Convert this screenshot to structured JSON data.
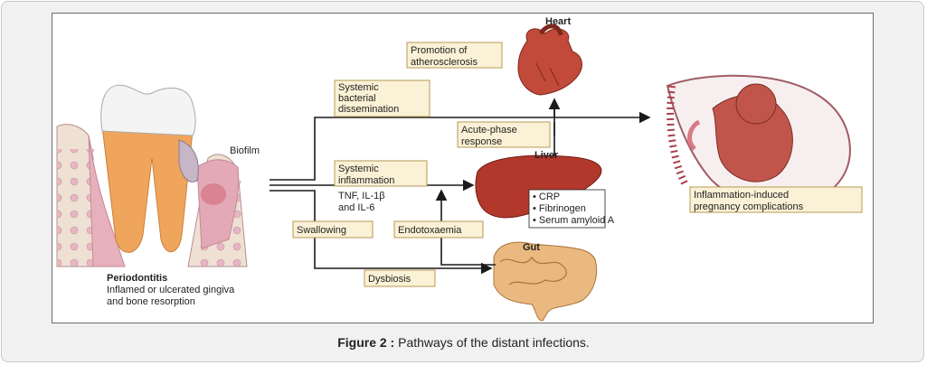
{
  "figure": {
    "heart_title": "Heart",
    "heart_box": [
      "Promotion of",
      "atherosclerosis"
    ],
    "biofilm": "Biofilm",
    "systemic_dissemination": [
      "Systemic",
      "bacterial",
      "dissemination"
    ],
    "acute_phase": [
      "Acute-phase",
      "response"
    ],
    "systemic_inflammation": [
      "Systemic",
      "inflammation"
    ],
    "cytokines": [
      "TNF, IL-1β",
      "and IL-6"
    ],
    "liver_title": "Liver",
    "liver_markers": [
      "• CRP",
      "• Fibrinogen",
      "• Serum amyloid A"
    ],
    "swallowing": "Swallowing",
    "endotoxaemia": "Endotoxaemia",
    "gut_title": "Gut",
    "dysbiosis": "Dysbiosis",
    "pregnancy_box": [
      "Inflammation-induced",
      "pregnancy complications"
    ],
    "periodontitis_title": "Periodontitis",
    "periodontitis_desc": [
      "Inflamed or ulcerated gingiva",
      "and bone resorption"
    ]
  },
  "caption": {
    "label": "Figure 2 :",
    "text": " Pathways of the distant infections."
  },
  "colors": {
    "box_fill": "#fbf1d6",
    "organ_red": "#b83a2e",
    "gum_pink": "#e4b8c2",
    "tooth": "#f3f3f3"
  }
}
